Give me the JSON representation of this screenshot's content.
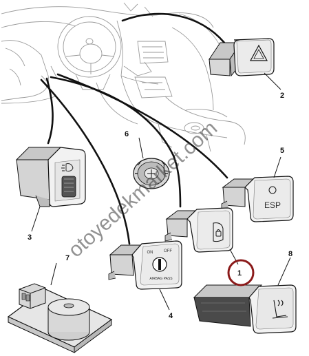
{
  "diagram": {
    "callouts": [
      {
        "id": "1",
        "label": "1"
      },
      {
        "id": "2",
        "label": "2"
      },
      {
        "id": "3",
        "label": "3"
      },
      {
        "id": "4",
        "label": "4"
      },
      {
        "id": "5",
        "label": "5"
      },
      {
        "id": "6",
        "label": "6"
      },
      {
        "id": "7",
        "label": "7"
      },
      {
        "id": "8",
        "label": "8"
      }
    ],
    "switch_texts": {
      "esp": "ESP",
      "key_on": "ON",
      "key_off": "OFF",
      "key_bottom": "AIRBAG PASS"
    },
    "watermark": "otoyedekmarket.com",
    "colors": {
      "line": "#111111",
      "part_fill": "#f2f2f2",
      "part_shade": "#c8c8c8",
      "sketch": "#9a9a9a",
      "highlight_circle": "#8b1a1a"
    }
  }
}
